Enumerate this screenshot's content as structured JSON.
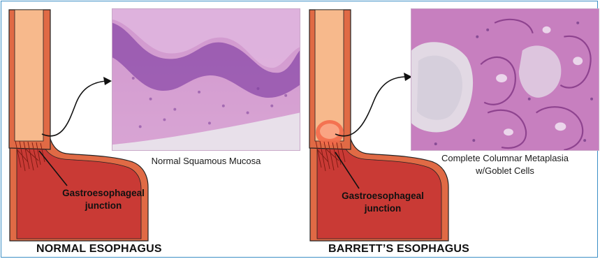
{
  "normal": {
    "title": "NORMAL ESOPHAGUS",
    "caption": "Normal Squamous Mucosa",
    "junction_label_line1": "Gastroesophageal",
    "junction_label_line2": "junction"
  },
  "barretts": {
    "title": "BARRETT’S ESOPHAGUS",
    "caption_line1": "Complete Columnar Metaplasia",
    "caption_line2": "w/Goblet Cells",
    "junction_label_line1": "Gastroesophageal",
    "junction_label_line2": "junction"
  },
  "colors": {
    "frame": "#3c8fc6",
    "esophagus_lumen": "#f7b98c",
    "esophagus_wall": "#e06a45",
    "stomach": "#c93a35",
    "metaplasia": "#f36a4a"
  }
}
